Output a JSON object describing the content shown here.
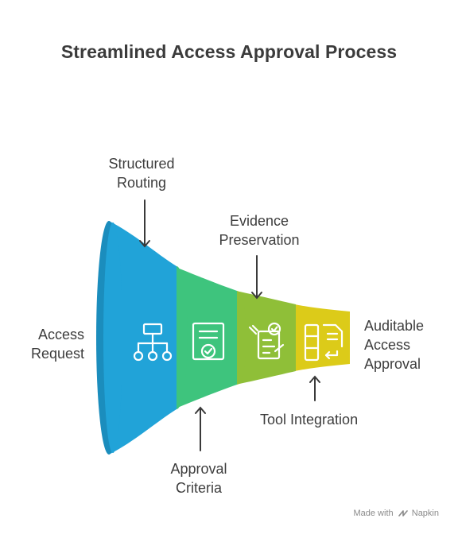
{
  "title": "Streamlined Access Approval Process",
  "labels": {
    "access_request": [
      "Access",
      "Request"
    ],
    "structured_routing": [
      "Structured",
      "Routing"
    ],
    "approval_criteria": [
      "Approval",
      "Criteria"
    ],
    "evidence_preservation": [
      "Evidence",
      "Preservation"
    ],
    "tool_integration": [
      "Tool Integration"
    ],
    "auditable_access_approval": [
      "Auditable",
      "Access",
      "Approval"
    ]
  },
  "stages": [
    {
      "name": "Access Request",
      "color": "#21a3d8",
      "icon": "hierarchy-icon"
    },
    {
      "name": "Approval Criteria",
      "color": "#3ec47d",
      "icon": "certificate-icon"
    },
    {
      "name": "Evidence Preservation",
      "color": "#8fbf38",
      "icon": "checklist-icon"
    },
    {
      "name": "Tool Integration",
      "color": "#dccb19",
      "icon": "document-return-icon"
    }
  ],
  "footer": {
    "made_with": "Made with",
    "brand": "Napkin"
  }
}
